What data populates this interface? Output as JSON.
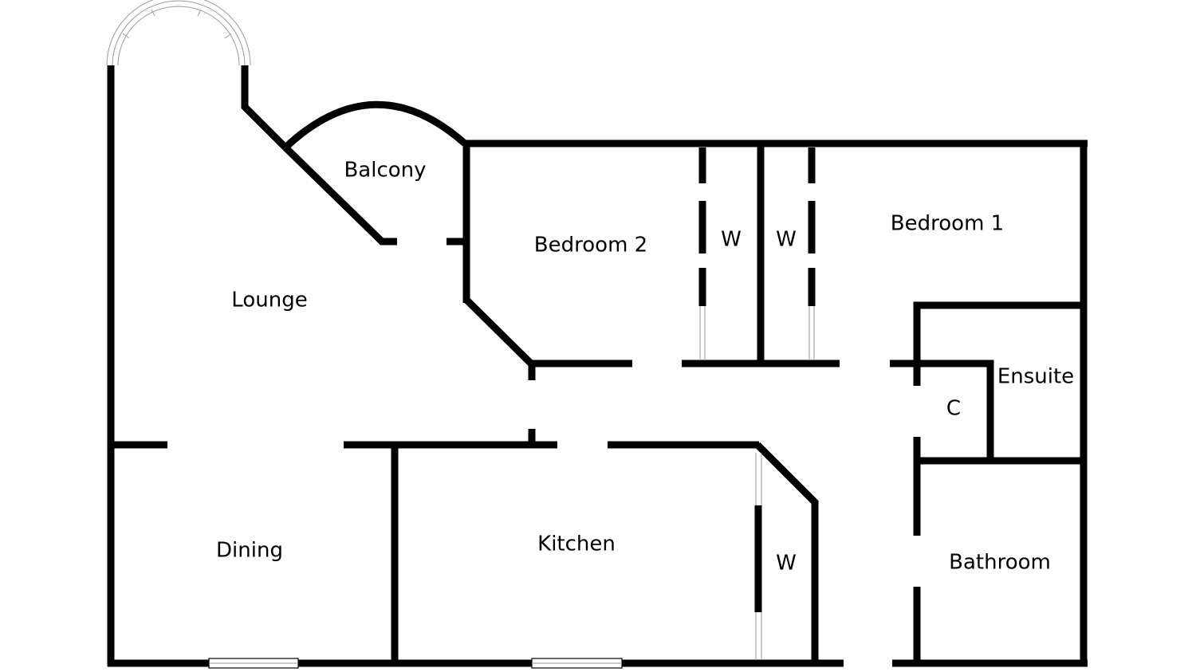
{
  "plan": {
    "rooms": {
      "balcony": "Balcony",
      "lounge": "Lounge",
      "bedroom2": "Bedroom 2",
      "wardrobe1": "W",
      "wardrobe2": "W",
      "bedroom1": "Bedroom 1",
      "ensuite": "Ensuite",
      "cupboard": "C",
      "dining": "Dining",
      "kitchen": "Kitchen",
      "wardrobe3": "W",
      "bathroom": "Bathroom"
    },
    "colors": {
      "walls": "#000000",
      "background": "#ffffff"
    }
  }
}
